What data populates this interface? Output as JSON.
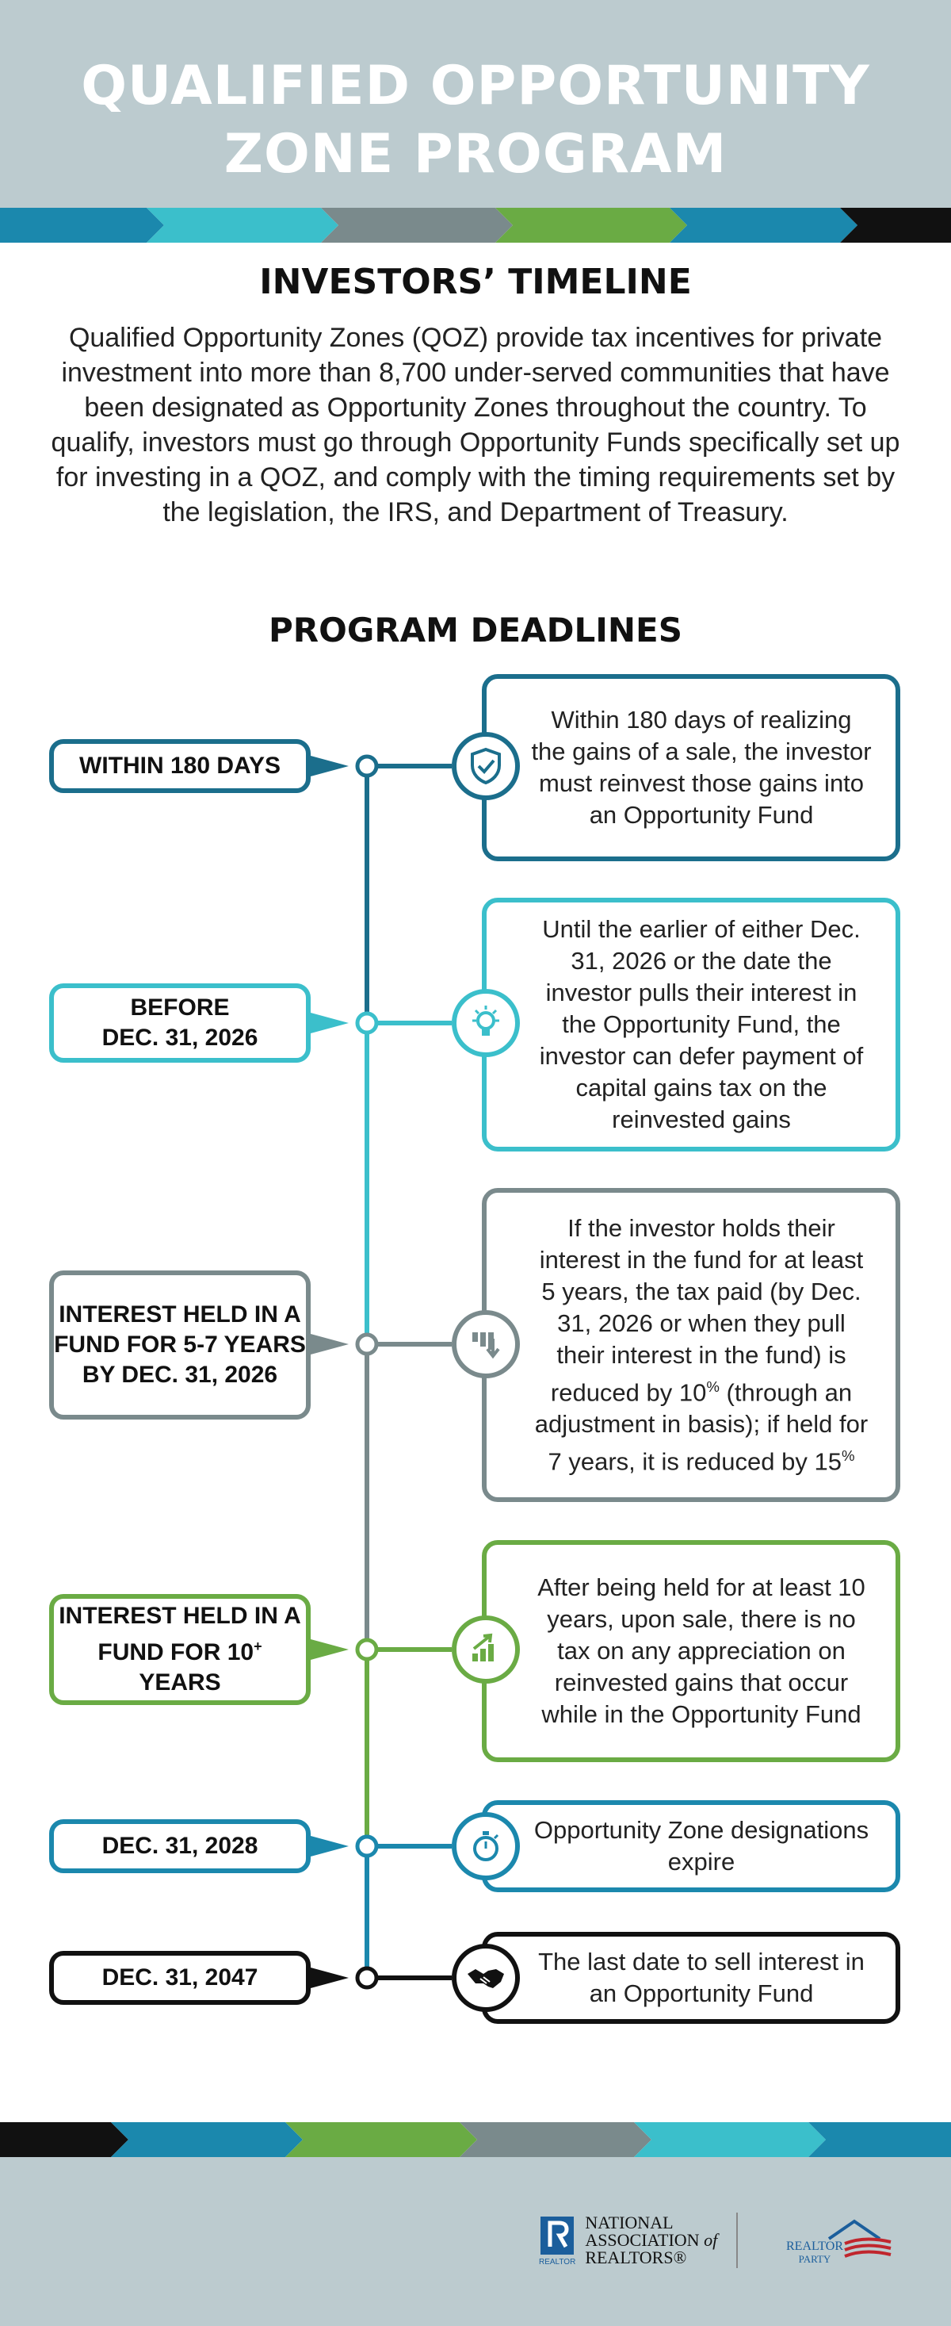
{
  "header": {
    "title_line1": "QUALIFIED OPPORTUNITY",
    "title_line2": "ZONE PROGRAM"
  },
  "timeline_section": {
    "title": "INVESTORS’ TIMELINE",
    "intro": "Qualified Opportunity Zones (QOZ) provide tax incentives for private investment into more than 8,700 under-served communities that have been designated as Opportunity Zones throughout the country. To qualify, investors must go through Opportunity Funds specifically set up for investing in a QOZ, and comply with the timing requirements set by the legislation, the IRS, and Department of Treasury."
  },
  "deadlines": {
    "title": "PROGRAM DEADLINES",
    "items": [
      {
        "label": "WITHIN 180 DAYS",
        "icon": "check-shield-icon",
        "color": "#1b6e8c",
        "text": "Within 180 days of realizing the gains of a sale, the investor must reinvest those gains into an Opportunity Fund"
      },
      {
        "label": "BEFORE DEC. 31, 2026",
        "icon": "lightbulb-icon",
        "color": "#3bbfcb",
        "text": "Until the earlier of either Dec. 31, 2026 or the date the investor pulls their interest in the Opportunity Fund, the investor can defer payment of capital gains tax on the reinvested gains"
      },
      {
        "label": "INTEREST HELD IN A FUND FOR 5-7 YEARS BY DEC. 31, 2026",
        "icon": "declining-chart-icon",
        "color": "#7a8a8c",
        "text_a": "If the investor holds their interest in the fund for at least 5 years, the tax paid (by Dec. 31, 2026 or when they pull their interest in the fund) is reduced by 10",
        "text_b": " (through an adjustment in basis); if held for 7 years, it is reduced by 15",
        "pct": "%"
      },
      {
        "label_main": "INTEREST HELD IN A FUND FOR 10",
        "label_sup": "+",
        "label_end": " YEARS",
        "icon": "growth-chart-icon",
        "color": "#6aab44",
        "text": "After being held for at least 10 years, upon sale, there is no tax on any appreciation on reinvested gains that occur while in the Opportunity Fund"
      },
      {
        "label": "DEC. 31, 2028",
        "icon": "stopwatch-icon",
        "color": "#1b88ad",
        "text": "Opportunity Zone designations expire"
      },
      {
        "label": "DEC. 31, 2047",
        "icon": "handshake-icon",
        "color": "#111111",
        "text": "The last date to sell interest in an Opportunity Fund"
      }
    ]
  },
  "footer": {
    "nar_line1": "NATIONAL",
    "nar_line2": "ASSOCIATION",
    "nar_of": "of",
    "nar_line3": "REALTORS®",
    "nar_mark": "REALTOR",
    "party_line1": "REALTOR",
    "party_line2": "PARTY"
  },
  "colors": {
    "header_bg": "#bccbcf",
    "dark_teal": "#1b6e8c",
    "light_teal": "#3bbfcb",
    "gray": "#7a8a8c",
    "green": "#6aab44",
    "blue": "#1b88ad",
    "black": "#111111"
  }
}
